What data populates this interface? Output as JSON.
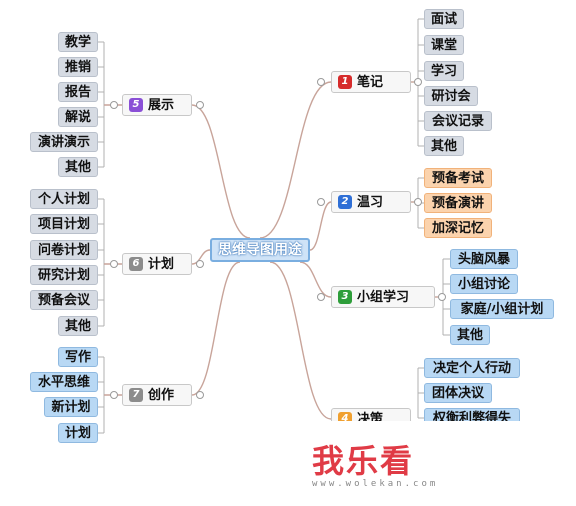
{
  "center": {
    "label": "思维导图用途"
  },
  "branches": {
    "notes": {
      "number": "1",
      "label": "笔记",
      "badge_color": "#d62b2b",
      "children": [
        "面试",
        "课堂",
        "学习",
        "研讨会",
        "会议记录",
        "其他"
      ]
    },
    "review": {
      "number": "2",
      "label": "温习",
      "badge_color": "#2f6fd6",
      "children": [
        "预备考试",
        "预备演讲",
        "加深记忆"
      ]
    },
    "group": {
      "number": "3",
      "label": "小组学习",
      "badge_color": "#2e9e3a",
      "children": [
        "头脑风暴",
        "小组讨论",
        "家庭/小组计划",
        "其他"
      ]
    },
    "decide": {
      "number": "4",
      "label": "决策",
      "badge_color": "#f0a030",
      "children": [
        "决定个人行动",
        "团体决议",
        "权衡利弊得失"
      ]
    },
    "present": {
      "number": "5",
      "label": "展示",
      "badge_color": "#8a4fd6",
      "children": [
        "教学",
        "推销",
        "报告",
        "解说",
        "演讲演示",
        "其他"
      ]
    },
    "plan": {
      "number": "6",
      "label": "计划",
      "badge_color": "#8c8c8c",
      "children": [
        "个人计划",
        "项目计划",
        "问卷计划",
        "研究计划",
        "预备会议",
        "其他"
      ]
    },
    "create": {
      "number": "7",
      "label": "创作",
      "badge_color": "#8c8c8c",
      "children": [
        "写作",
        "水平思维",
        "新计划",
        "计划"
      ]
    }
  },
  "watermark": {
    "text": "我乐看",
    "url": "www.wolekan.com"
  },
  "colors": {
    "link": "#c8a49a",
    "leaf_gray": "#d6dbe3",
    "leaf_blue": "#b8d8f4",
    "leaf_orange": "#fbd3ad"
  }
}
